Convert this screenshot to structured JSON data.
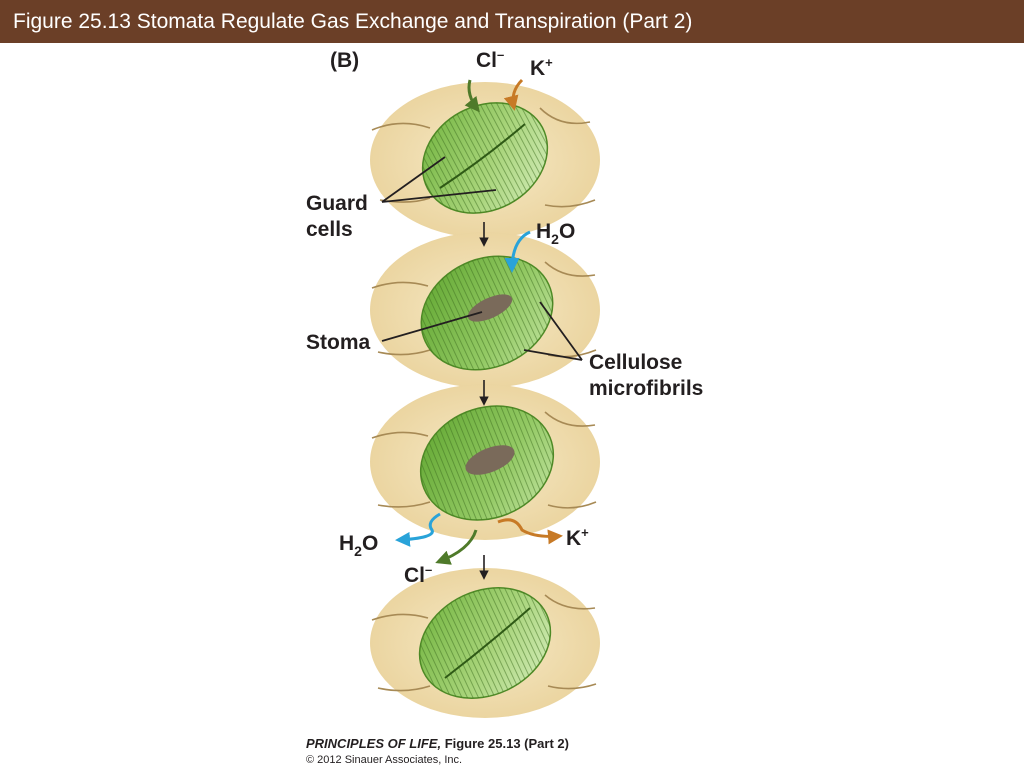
{
  "header": {
    "title": "Figure 25.13  Stomata Regulate Gas Exchange and Transpiration (Part 2)"
  },
  "figure": {
    "panel_label": "(B)",
    "labels": {
      "guard_cells_line1": "Guard",
      "guard_cells_line2": "cells",
      "stoma": "Stoma",
      "cellulose_line1": "Cellulose",
      "cellulose_line2": "microfibrils"
    },
    "ions": {
      "cl_symbol": "Cl",
      "cl_charge": "–",
      "k_symbol": "K",
      "k_charge": "+",
      "water_h": "H",
      "water_sub": "2",
      "water_o": "O"
    },
    "colors": {
      "title_bar": "#6b3f27",
      "chloride_arrow": "#4f7a2a",
      "potassium_arrow": "#c77a26",
      "water_arrow": "#29a3d9",
      "guard_cell_green": "#8fc45c",
      "epidermis_tan": "#efdcae"
    }
  },
  "credit": {
    "book_title": "PRINCIPLES OF LIFE,",
    "figure_ref": " Figure 25.13 (Part 2)",
    "copyright": "© 2012 Sinauer Associates, Inc."
  }
}
